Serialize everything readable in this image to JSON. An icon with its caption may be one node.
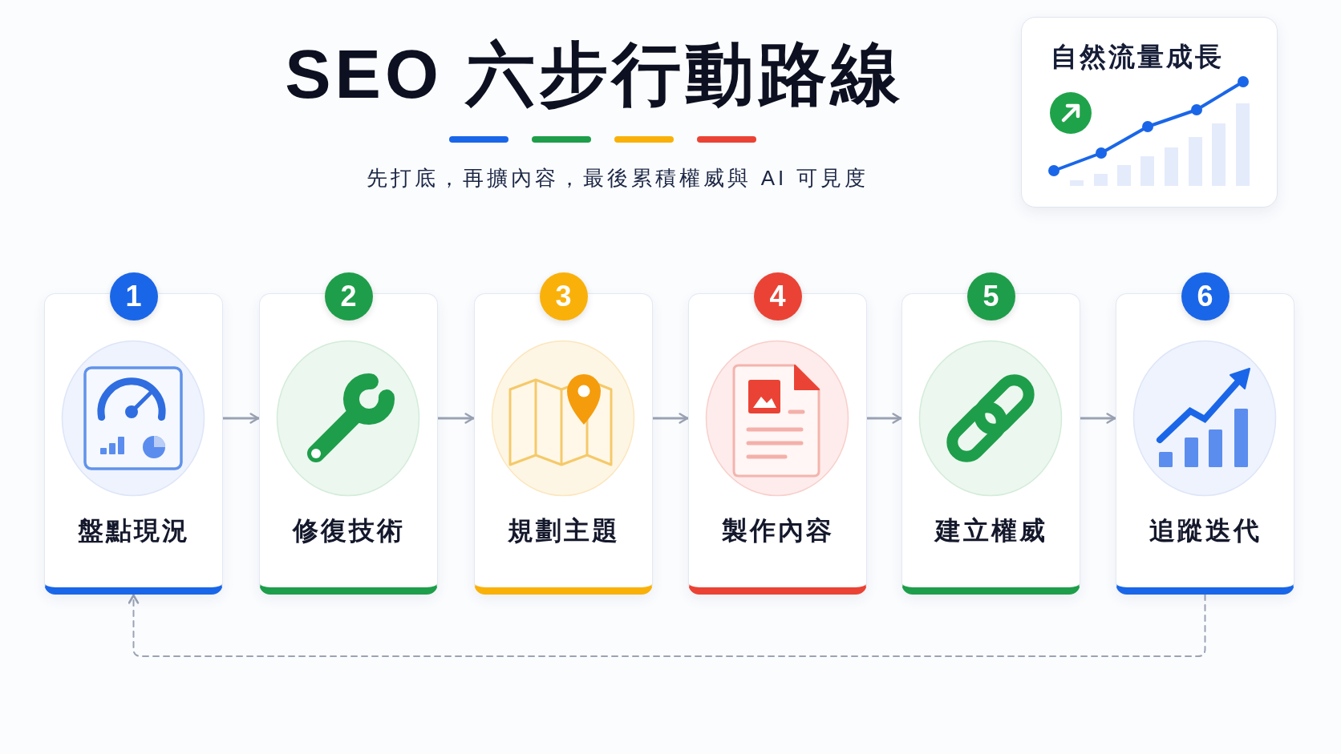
{
  "diagram": {
    "title": "SEO 六步行動路線",
    "nodes": [
      {
        "text": [
          "自然流量成長"
        ]
      },
      {
        "text": [
          "1",
          "盤點現況"
        ]
      },
      {
        "text": [
          "2",
          "修復技術"
        ]
      },
      {
        "text": [
          "3",
          "規劃主題"
        ]
      },
      {
        "text": [
          "4",
          "製作內容"
        ]
      },
      {
        "text": [
          "5",
          "建立權威"
        ]
      },
      {
        "text": [
          "6",
          "追蹤迭代"
        ]
      }
    ],
    "edges": [
      {
        "from": 1,
        "to": 2,
        "arrow": "to"
      },
      {
        "from": 2,
        "to": 3,
        "arrow": "to"
      },
      {
        "from": 3,
        "to": 4,
        "arrow": "to"
      },
      {
        "from": 4,
        "to": 5,
        "arrow": "to"
      },
      {
        "from": 5,
        "to": 6,
        "arrow": "to"
      },
      {
        "from": 6,
        "to": 1,
        "arrow": "to",
        "style": "dashed"
      }
    ],
    "labels": [
      "先打底，再擴內容，最後累積權威與 AI 可見度"
    ]
  }
}
